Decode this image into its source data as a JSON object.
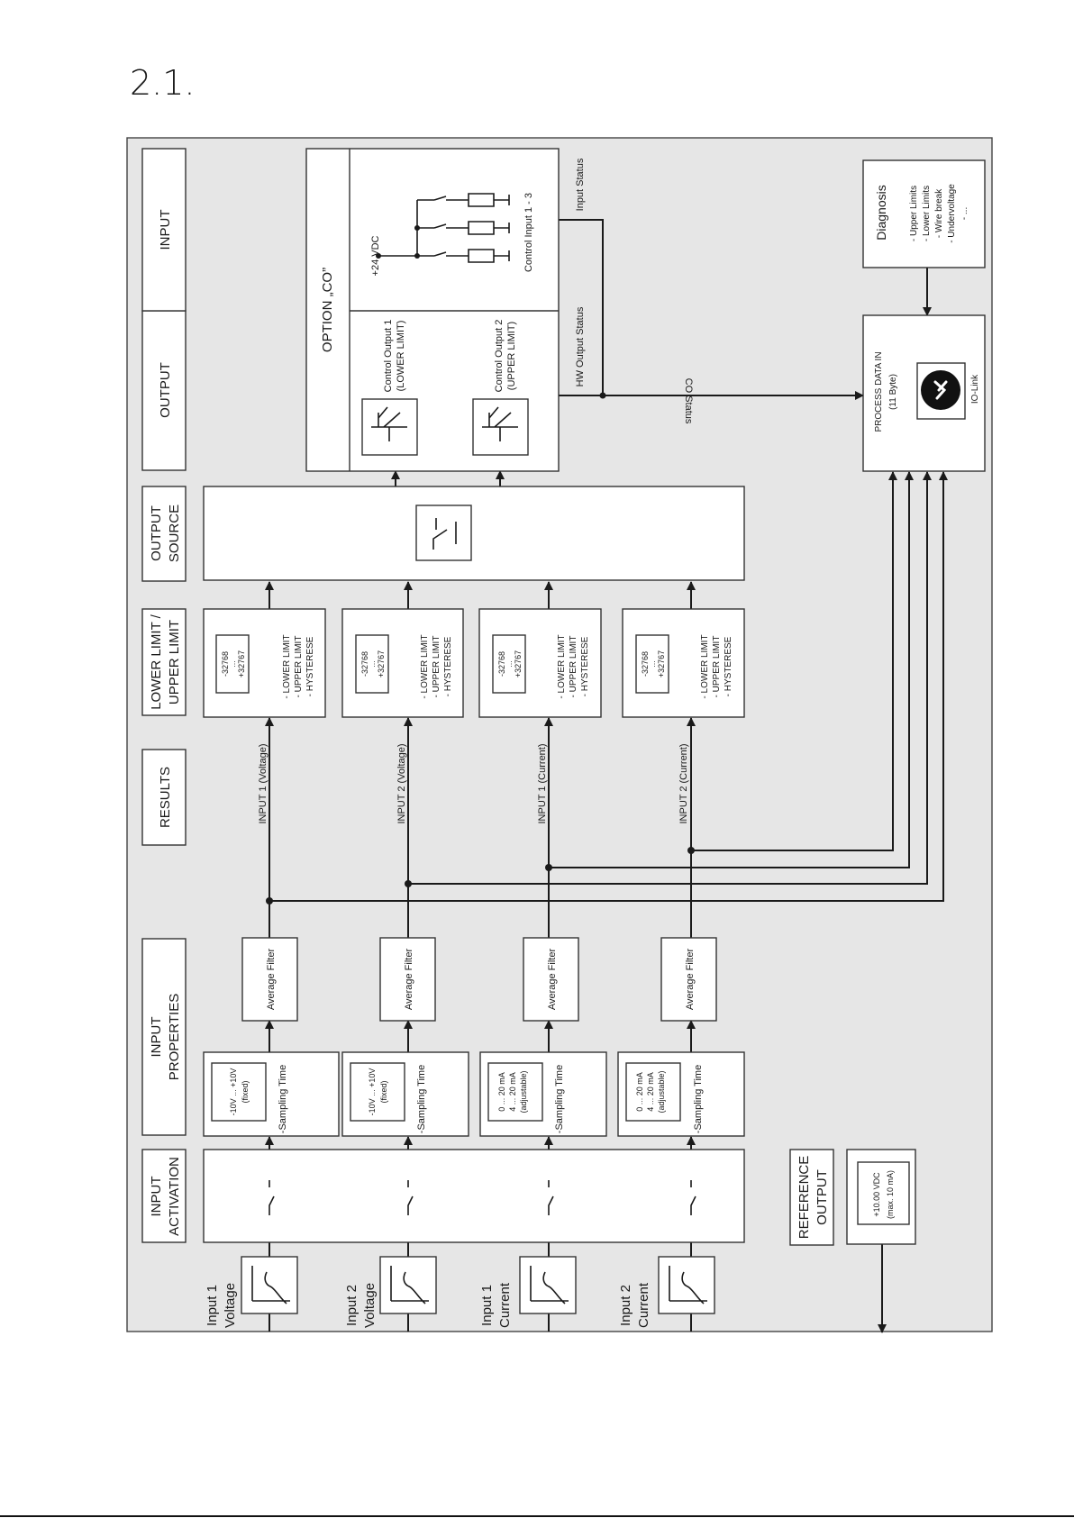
{
  "heading": "2.1.",
  "sections": {
    "input_activation": [
      "INPUT",
      "ACTIVATION"
    ],
    "input_properties": [
      "INPUT",
      "PROPERTIES"
    ],
    "results": "RESULTS",
    "limits": [
      "LOWER LIMIT /",
      "UPPER LIMIT"
    ],
    "output_source": [
      "OUTPUT",
      "SOURCE"
    ],
    "output": "OUTPUT",
    "input": "INPUT",
    "reference_output": [
      "REFERENCE",
      "OUTPUT"
    ]
  },
  "channels": [
    {
      "input_label": [
        "Input 1",
        "Voltage"
      ],
      "range": [
        "-10V ... +10V",
        "(fixed)"
      ],
      "sampling": "-Sampling Time",
      "filter": "Average Filter",
      "result": "INPUT 1 (Voltage)",
      "limit_range": [
        "-32768",
        "...",
        "+32767"
      ],
      "limit_params": [
        "- LOWER LIMIT",
        "- UPPER LIMIT",
        "- HYSTERESE"
      ]
    },
    {
      "input_label": [
        "Input 2",
        "Voltage"
      ],
      "range": [
        "-10V ... +10V",
        "(fixed)"
      ],
      "sampling": "-Sampling Time",
      "filter": "Average Filter",
      "result": "INPUT 2 (Voltage)",
      "limit_range": [
        "-32768",
        "...",
        "+32767"
      ],
      "limit_params": [
        "- LOWER LIMIT",
        "- UPPER LIMIT",
        "- HYSTERESE"
      ]
    },
    {
      "input_label": [
        "Input 1",
        "Current"
      ],
      "range": [
        "0 ... 20 mA",
        "4 ... 20 mA",
        "(adjustable)"
      ],
      "sampling": "-Sampling Time",
      "filter": "Average Filter",
      "result": "INPUT 1 (Current)",
      "limit_range": [
        "-32768",
        "...",
        "+32767"
      ],
      "limit_params": [
        "- LOWER LIMIT",
        "- UPPER LIMIT",
        "- HYSTERESE"
      ]
    },
    {
      "input_label": [
        "Input 2",
        "Current"
      ],
      "range": [
        "0 ... 20 mA",
        "4 ... 20 mA",
        "(adjustable)"
      ],
      "sampling": "-Sampling Time",
      "filter": "Average Filter",
      "result": "INPUT 2 (Current)",
      "limit_range": [
        "-32768",
        "...",
        "+32767"
      ],
      "limit_params": [
        "- LOWER LIMIT",
        "- UPPER LIMIT",
        "- HYSTERESE"
      ]
    }
  ],
  "reference": {
    "value": "+10.00 VDC",
    "note": "(max. 10 mA)"
  },
  "option": {
    "title": "OPTION „CO”",
    "output1": [
      "Control Output 1",
      "(LOWER LIMIT)"
    ],
    "output2": [
      "Control Output 2",
      "(UPPER LIMIT)"
    ],
    "supply": "+24 VDC",
    "inputs": "Control Input 1 - 3"
  },
  "signals": {
    "input_status": "Input Status",
    "hw_output_status": "HW Output Status",
    "co_status": "CO Status"
  },
  "process_data": {
    "title": "PROCESS DATA IN",
    "size": "(11 Byte)",
    "io_link": "IO-Link"
  },
  "diagnosis": {
    "title": "Diagnosis",
    "items": [
      "- Upper Limits",
      "- Lower Limits",
      "- Wire break",
      "- Undervoltage",
      "- ..."
    ]
  }
}
